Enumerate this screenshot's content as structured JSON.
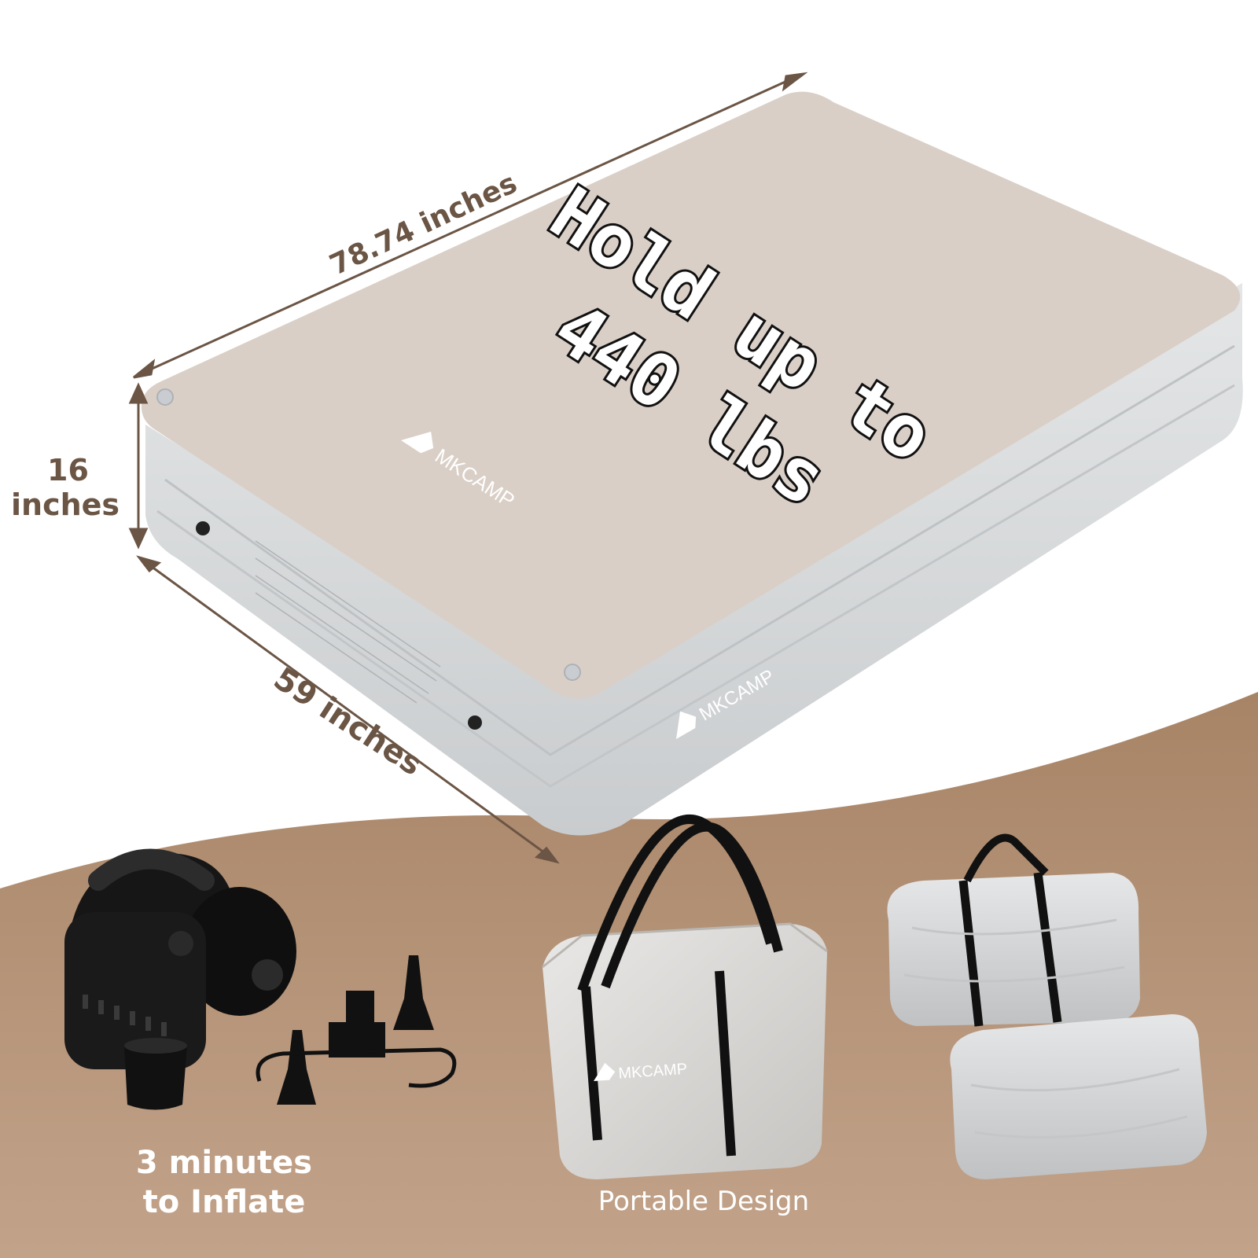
{
  "dimensions": {
    "length": "78.74 inches",
    "height_value": "16",
    "height_unit": "inches",
    "width": "59 inches"
  },
  "headline": {
    "line1": "Hold up to",
    "line2": "440 lbs"
  },
  "brand": {
    "name": "MKCAMP"
  },
  "features": {
    "pump_line1": "3 minutes",
    "pump_line2": "to Inflate",
    "bag": "Portable Design"
  },
  "colors": {
    "mattress_top": "#d9cfc6",
    "mattress_side": "#d4d6d8",
    "background_curve": "#b48f6f",
    "dimension_text": "#6b5545",
    "pump": "#111111"
  }
}
